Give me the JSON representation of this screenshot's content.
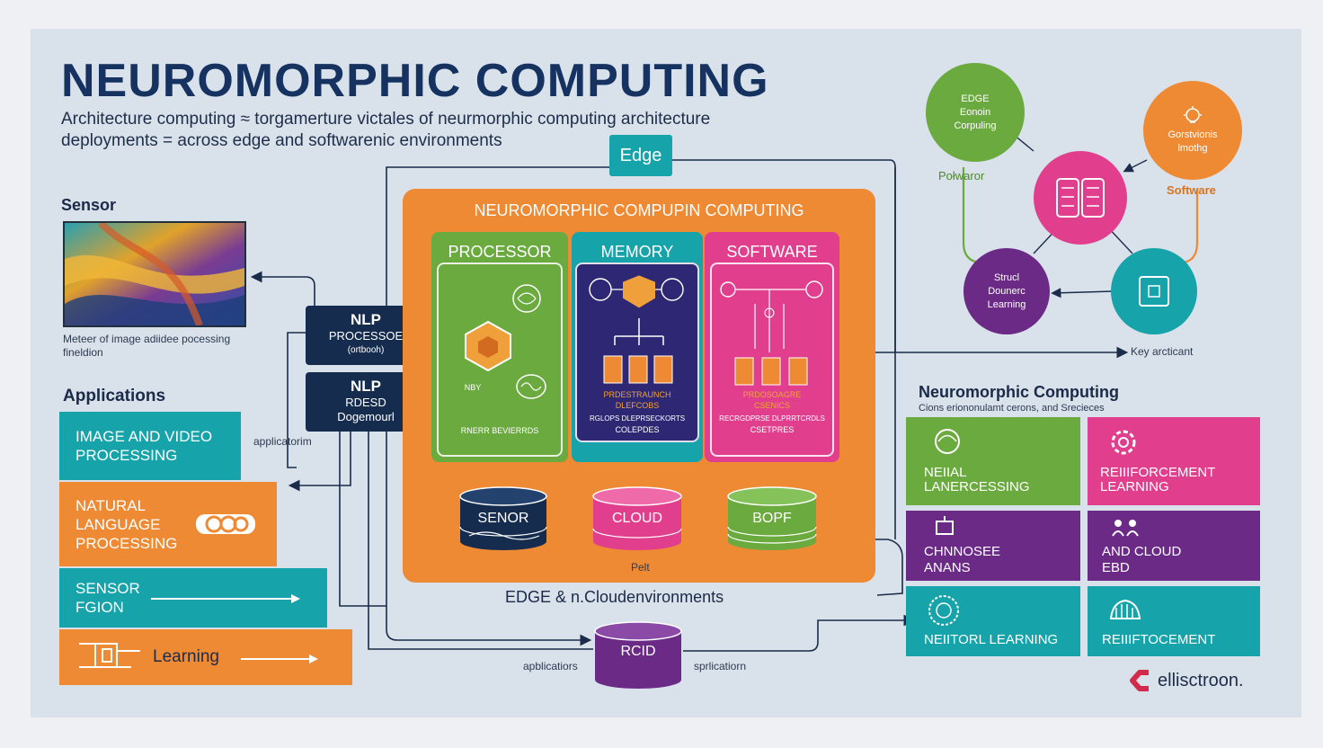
{
  "title": "NEUROMORPHIC COMPUTING",
  "subtitle_line1": "Architecture computing ≈ torgamerture victales of neurmorphic computing architecture",
  "subtitle_line2": "deployments = across edge and softwarenic environments",
  "edge_label": "Edge",
  "sensor": {
    "heading": "Sensor",
    "caption_line1": "Meteer of image adiidee pocessing",
    "caption_line2": "fineldion"
  },
  "applications": {
    "heading": "Applications",
    "arrow_label": "applicatorim",
    "items": [
      {
        "label_line1": "IMAGE AND VIDEO",
        "label_line2": "PROCESSING",
        "color": "#16a3aa"
      },
      {
        "label_line1": "NATURAL",
        "label_line2": "LANGUAGE",
        "label_line3": "PROCESSING",
        "color": "#ef8a34"
      },
      {
        "label_line1": "SENSOR",
        "label_line2": "FGION",
        "color": "#16a3aa"
      },
      {
        "label_line1": "Learning",
        "color": "#ef8a34"
      }
    ]
  },
  "nlp_boxes": [
    {
      "title": "NLP",
      "line1": "PROCESSOE",
      "line2": "(ortbooh)"
    },
    {
      "title": "NLP",
      "line1": "RDESD",
      "line2": "Dogemourl"
    }
  ],
  "core": {
    "title": "NEUROMORPHIC COMPUPIN COMPUTING",
    "columns": [
      {
        "name": "PROCESSOR",
        "caption": "RNERR BEVIERRDS",
        "note": "NBY",
        "color": "#6aaa3e",
        "inner": "#6aaa3e"
      },
      {
        "name": "MEMORY",
        "sub1": "PRDESTRAUNCH",
        "sub2": "DLEFCOBS",
        "sub3": "RGLOPS DLEPRSECKORTS",
        "caption": "COLEPDES",
        "color": "#16a3aa",
        "inner": "#2e2874"
      },
      {
        "name": "SOFTWARE",
        "sub1": "PRDOSOAGRE",
        "sub2": "CSENICS",
        "sub3": "RECRGDPRSE DLPRRTCRDLS",
        "caption": "CSETPRES",
        "color": "#e13f8e",
        "inner": "#e13f8e"
      }
    ],
    "storage": [
      {
        "label": "SENOR",
        "color": "#152c4e"
      },
      {
        "label": "CLOUD",
        "color": "#e13f8e"
      },
      {
        "label": "BOPF",
        "color": "#6aaa3e"
      }
    ],
    "bottom_note": "Pelt",
    "env_label": "EDGE & n.Cloudenvironments"
  },
  "bottom_db": {
    "label": "RCID",
    "left_note": "apblicatiors",
    "right_note": "sprlicatiorn"
  },
  "network": {
    "nodes": [
      {
        "line1": "EDGE",
        "line2": "Eonoin",
        "line3": "Corpuling",
        "color": "#6aaa3e",
        "icon": "text-icon"
      },
      {
        "line1": "Gorstvionis",
        "line2": "lmothg",
        "color": "#ef8a34",
        "icon": "bulb-icon"
      },
      {
        "line1": "",
        "color": "#e13f8e",
        "icon": "chip-icon"
      },
      {
        "line1": "Strucl",
        "line2": "Dounerc",
        "line3": "Learning",
        "color": "#6a2a86",
        "icon": ""
      },
      {
        "line1": "",
        "color": "#16a3aa",
        "icon": "square-icon"
      }
    ],
    "label_left": "Połwaror",
    "label_right": "Software",
    "key_label": "Key arcticant"
  },
  "grid": {
    "heading": "Neuromorphic Computing",
    "subheading": "Cions eriononulamt cerons, and Srecieces",
    "tiles": [
      {
        "line1": "NEIIAL",
        "line2": "LANERCESSING",
        "color": "#6aaa3e",
        "icon": "brain-icon"
      },
      {
        "line1": "REIIIFORCEMENT",
        "line2": "LEARNING",
        "color": "#e13f8e",
        "icon": "gear-icon"
      },
      {
        "line1": "CHNNOSEE",
        "line2": "ANANS",
        "color": "#6a2a86",
        "icon": "robot-icon"
      },
      {
        "line1": "AND CLOUD",
        "line2": "EBD",
        "color": "#6a2a86",
        "icon": "people-icon"
      },
      {
        "line1": "NEIITORL LEARNING",
        "color": "#16a3aa",
        "icon": "brain-icon"
      },
      {
        "line1": "REIIIFTOCEMENT",
        "color": "#16a3aa",
        "icon": "hand-icon"
      }
    ]
  },
  "brand": {
    "name": "ellisctroon.",
    "color": "#d22a4a"
  }
}
